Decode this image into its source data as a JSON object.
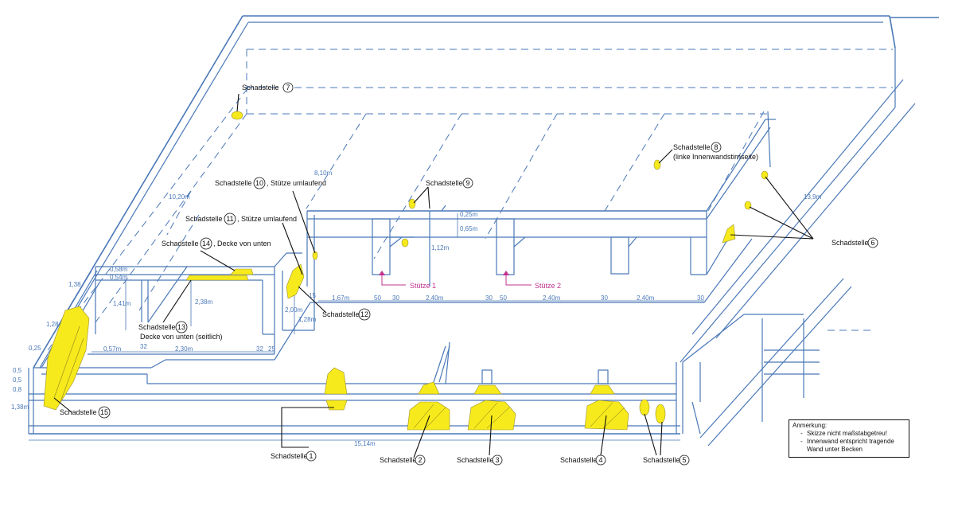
{
  "labels": [
    {
      "text": "Schadstelle",
      "num": "1",
      "suffix": ""
    },
    {
      "text": "Schadstelle",
      "num": "2",
      "suffix": ""
    },
    {
      "text": "Schadstelle",
      "num": "3",
      "suffix": ""
    },
    {
      "text": "Schadstelle",
      "num": "4",
      "suffix": ""
    },
    {
      "text": "Schadstelle",
      "num": "5",
      "suffix": ""
    },
    {
      "text": "Schadstelle",
      "num": "6",
      "suffix": ""
    },
    {
      "text": "Schadstelle",
      "num": "7",
      "suffix": ""
    },
    {
      "text": "Schadstelle",
      "num": "8",
      "suffix": "",
      "sub": "(linke Innenwandstirnseite)"
    },
    {
      "text": "Schadstelle",
      "num": "9",
      "suffix": ""
    },
    {
      "text": "Schadstelle",
      "num": "10",
      "suffix": ", Stütze umlaufend"
    },
    {
      "text": "Schadstelle",
      "num": "11",
      "suffix": ", Stütze umlaufend"
    },
    {
      "text": "Schadstelle",
      "num": "12",
      "suffix": ""
    },
    {
      "text": "Schadstelle",
      "num": "13",
      "suffix": "",
      "sub": "Decke von unten (seitlich)"
    },
    {
      "text": "Schadstelle",
      "num": "14",
      "suffix": ", Decke von unten"
    },
    {
      "text": "Schadstelle",
      "num": "15",
      "suffix": ""
    }
  ],
  "columns": [
    "Stütze 1",
    "Stütze 2"
  ],
  "dimensions": {
    "bottom_row": [
      "1,67m",
      "50",
      "30",
      "2,40m",
      "30",
      "50",
      "2,40m",
      "30",
      "2,40m",
      "30"
    ],
    "pit": [
      "0,57m",
      "32",
      "2,30m",
      "32",
      "25"
    ],
    "left_heights": [
      "0,58m",
      "0,54m",
      "1,41m",
      "2,38m"
    ],
    "beam": [
      "0,25m",
      "0,65m",
      "1,12m"
    ],
    "stair": [
      "15",
      "2,00m",
      "1,28m"
    ],
    "length": "15,14m",
    "right_depth": "13,9m",
    "top_depth": "8,10m",
    "top_depth_left": "10,20m",
    "left_edge": [
      "1,38",
      "1,38m",
      "0,25",
      "0,5",
      "0,5",
      "0,8",
      "1,28"
    ]
  },
  "note": {
    "title": "Anmerkung:",
    "items": [
      "Skizze nicht maßstabgetreu!",
      "Innenwand entspricht tragende Wand unter Becken"
    ]
  }
}
